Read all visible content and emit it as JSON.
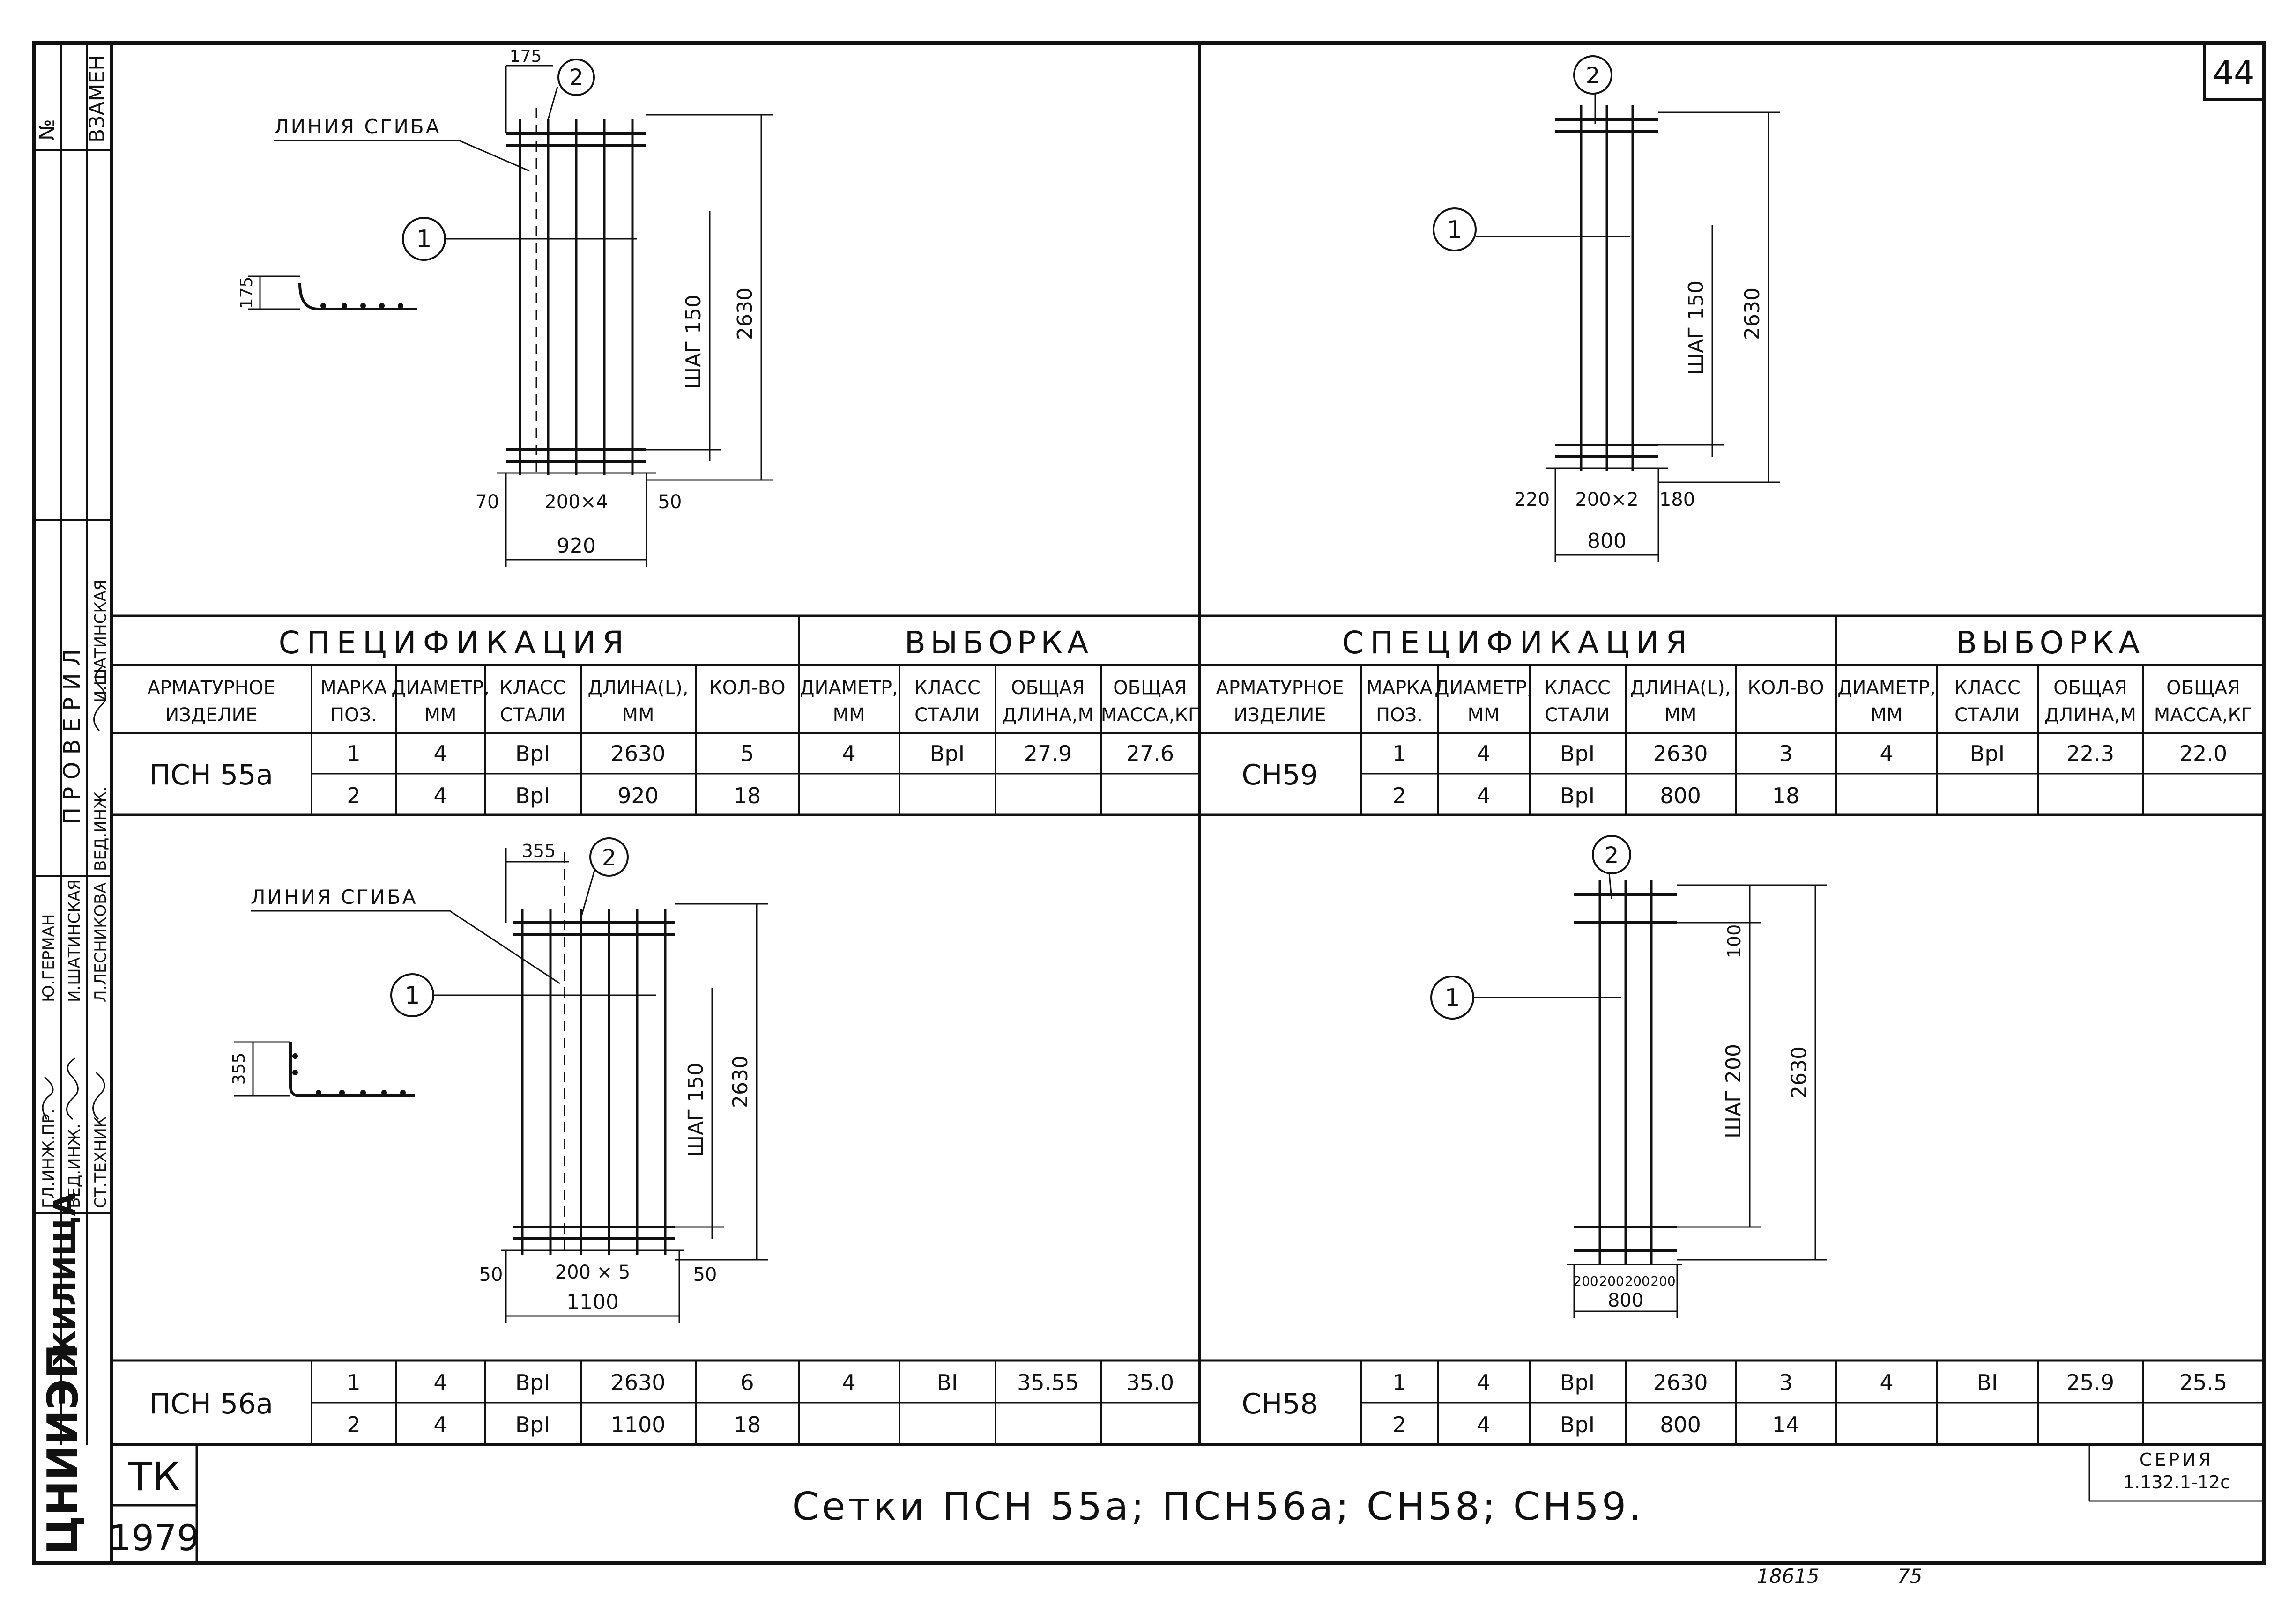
{
  "sheet": {
    "page_number": "44",
    "org_logo_text": "ЦНИИЭП",
    "org_name": "ЖИЛИЩА",
    "doc_code": "ТК",
    "year": "1979",
    "title": "Сетки ПСН 55а; ПСН56а; СН58; СН59.",
    "series_label": "СЕРИЯ",
    "series_value": "1.132.1-12с",
    "bottom_number_1": "18615",
    "bottom_number_2": "75"
  },
  "side_stamp": {
    "zamen_label": "ВЗАМЕН",
    "no_label": "№",
    "checked_label": "П Р О В Е Р И Л",
    "roles": [
      "ГЛ.ИНЖ.ПР.",
      "ВЕД.ИНЖ.",
      "СТ.ТЕХНИК"
    ],
    "names": [
      "Ю.ГЕРМАН",
      "И.ШАТИНСКАЯ",
      "Л.ЛЕСНИКОВА"
    ],
    "checker_role": "ВЕД.ИНЖ.",
    "checker_name": "И.ШАТИНСКАЯ"
  },
  "drawings": {
    "psn55": {
      "bend_label": "ЛИНИЯ СГИБА",
      "pos1": "1",
      "pos2": "2",
      "top_dim": "175",
      "profile_dim": "175",
      "pitch": "ШАГ 150",
      "height": "2630",
      "left_margin": "70",
      "spacing": "200×4",
      "right_margin": "50",
      "width": "920"
    },
    "psn56": {
      "bend_label": "ЛИНИЯ СГИБА",
      "pos1": "1",
      "pos2": "2",
      "top_dim": "355",
      "profile_dim": "355",
      "pitch": "ШАГ 150",
      "height": "2630",
      "left_margin": "50",
      "spacing": "200 × 5",
      "right_margin": "50",
      "width": "1100"
    },
    "sn59": {
      "pos1": "1",
      "pos2": "2",
      "pitch": "ШАГ 150",
      "height": "2630",
      "left_margin": "220",
      "spacing": "200×2",
      "right_margin": "180",
      "width": "800"
    },
    "sn58": {
      "pos1": "1",
      "pos2": "2",
      "top_dim": "100",
      "pitch": "ШАГ 200",
      "height": "2630",
      "spacings": [
        "200",
        "200",
        "200",
        "200"
      ],
      "width": "800"
    }
  },
  "spec": {
    "spec_title": "СПЕЦИФИКАЦИЯ",
    "vyb_title": "ВЫБОРКА",
    "headers": [
      [
        "АРМАТУРНОЕ",
        "ИЗДЕЛИЕ"
      ],
      [
        "МАРКА",
        "ПОЗ."
      ],
      [
        "ДИАМЕТР,",
        "ММ"
      ],
      [
        "КЛАСС",
        "СТАЛИ"
      ],
      [
        "ДЛИНА(L),",
        "ММ"
      ],
      [
        "КОЛ-ВО",
        ""
      ],
      [
        "ДИАМЕТР,",
        "ММ"
      ],
      [
        "КЛАСС",
        "СТАЛИ"
      ],
      [
        "ОБЩАЯ",
        "ДЛИНА,М"
      ],
      [
        "ОБЩАЯ",
        "МАССА,КГ"
      ]
    ],
    "items": [
      {
        "name": "ПСН 55а",
        "rows": [
          [
            "1",
            "4",
            "ВрI",
            "2630",
            "5"
          ],
          [
            "2",
            "4",
            "ВрI",
            "920",
            "18"
          ]
        ],
        "vyb": [
          "4",
          "ВрI",
          "27.9",
          "27.6"
        ]
      },
      {
        "name": "СН59",
        "rows": [
          [
            "1",
            "4",
            "ВрI",
            "2630",
            "3"
          ],
          [
            "2",
            "4",
            "ВрI",
            "800",
            "18"
          ]
        ],
        "vyb": [
          "4",
          "ВрI",
          "22.3",
          "22.0"
        ]
      },
      {
        "name": "ПСН 56а",
        "rows": [
          [
            "1",
            "4",
            "ВрI",
            "2630",
            "6"
          ],
          [
            "2",
            "4",
            "ВрI",
            "1100",
            "18"
          ]
        ],
        "vyb": [
          "4",
          "ВI",
          "35.55",
          "35.0"
        ]
      },
      {
        "name": "СН58",
        "rows": [
          [
            "1",
            "4",
            "ВрI",
            "2630",
            "3"
          ],
          [
            "2",
            "4",
            "ВрI",
            "800",
            "14"
          ]
        ],
        "vyb": [
          "4",
          "ВI",
          "25.9",
          "25.5"
        ]
      }
    ]
  }
}
